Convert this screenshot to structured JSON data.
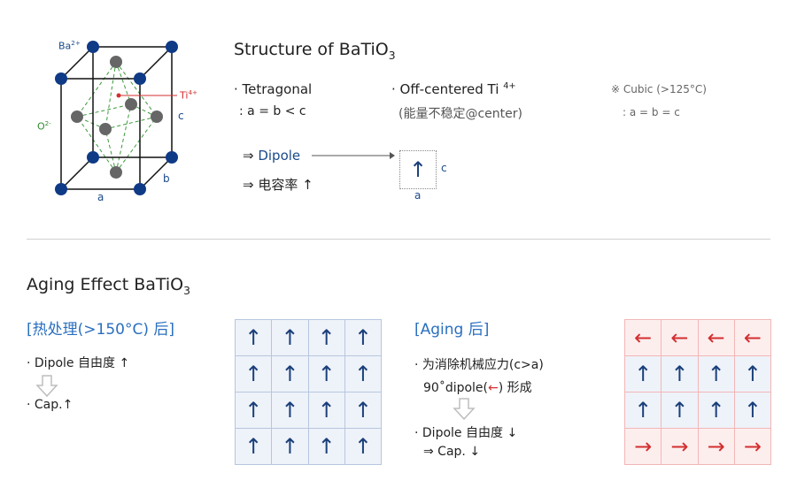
{
  "crystal": {
    "ba_label": "Ba",
    "ba_charge": "2+",
    "ti_label": "Ti",
    "ti_charge": "4+",
    "o_label": "O",
    "o_charge": "2-",
    "axis_a": "a",
    "axis_b": "b",
    "axis_c": "c",
    "colors": {
      "ba": "#0f3a85",
      "o": "#666666",
      "ti": "#d32f2f",
      "oct": "#3d9a3d",
      "edge": "#111111"
    }
  },
  "structure": {
    "title": "Structure of BaTiO",
    "title_sub": "3",
    "tetragonal_label": "· Tetragonal",
    "tetragonal_rel": ": a = b < c",
    "offcenter_label": "· Off-centered Ti",
    "offcenter_sup": "4+",
    "offcenter_note": "(能量不稳定@center)",
    "cubic_label": "※ Cubic (>125°C)",
    "cubic_rel": ": a = b = c",
    "dipole_line": "⇒ Dipole",
    "capacitance_line": "⇒ 电容率",
    "up_arrow": "↑",
    "box_arrow": "↑",
    "box_c": "c",
    "box_a": "a"
  },
  "aging": {
    "title": "Aging Effect BaTiO",
    "title_sub": "3",
    "heat_header": "[热处理(>150°C) 后]",
    "dipole_free": "· Dipole 自由度",
    "cap_line": "· Cap.",
    "up_arrow": "↑",
    "down_arrow": "↓",
    "aging_header": "[Aging 后]",
    "stress_line": "· 为消除机械应力(c>a)",
    "dipole90_pre": "90˚dipole(",
    "dipole90_arrow": "←",
    "dipole90_post": ") 形成",
    "dipole_free2": "· Dipole 自由度",
    "cap_line2": "⇒ Cap.",
    "grid_left": [
      [
        "↑",
        "↑",
        "↑",
        "↑"
      ],
      [
        "↑",
        "↑",
        "↑",
        "↑"
      ],
      [
        "↑",
        "↑",
        "↑",
        "↑"
      ],
      [
        "↑",
        "↑",
        "↑",
        "↑"
      ]
    ],
    "grid_right": [
      [
        "←",
        "←",
        "←",
        "←"
      ],
      [
        "↑",
        "↑",
        "↑",
        "↑"
      ],
      [
        "↑",
        "↑",
        "↑",
        "↑"
      ],
      [
        "→",
        "→",
        "→",
        "→"
      ]
    ]
  }
}
